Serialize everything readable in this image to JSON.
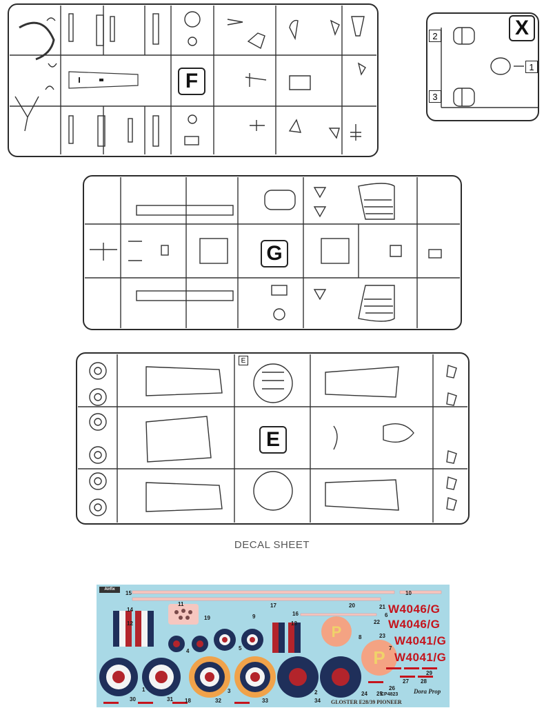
{
  "sprues": {
    "F": "F",
    "X": "X",
    "G": "G",
    "E": "E",
    "x_parts": [
      "1",
      "2",
      "3"
    ],
    "e_tag": "E"
  },
  "caption": "DECAL SHEET",
  "decal": {
    "brand": "Airfix",
    "registrations": [
      "W4046/G",
      "W4046/G",
      "W4041/G",
      "W4041/G"
    ],
    "numbers": [
      "1",
      "2",
      "3",
      "4",
      "5",
      "6",
      "7",
      "8",
      "9",
      "10",
      "11",
      "12",
      "13",
      "14",
      "15",
      "16",
      "17",
      "18",
      "19",
      "20",
      "21",
      "22",
      "23",
      "24",
      "25",
      "26",
      "27",
      "28",
      "29",
      "30",
      "31",
      "32",
      "33",
      "34"
    ],
    "code": "CP4823",
    "title": "GLOSTER E28/39 PIONEER",
    "logo": "Dora Prop",
    "colors": {
      "sheet": "#a9d9e6",
      "roundel_blue": "#1f2f5a",
      "roundel_red": "#b3242b",
      "yellow_orange": "#f0a24a",
      "prototype_p": "#f4a383",
      "text_red": "#c5141c"
    }
  }
}
